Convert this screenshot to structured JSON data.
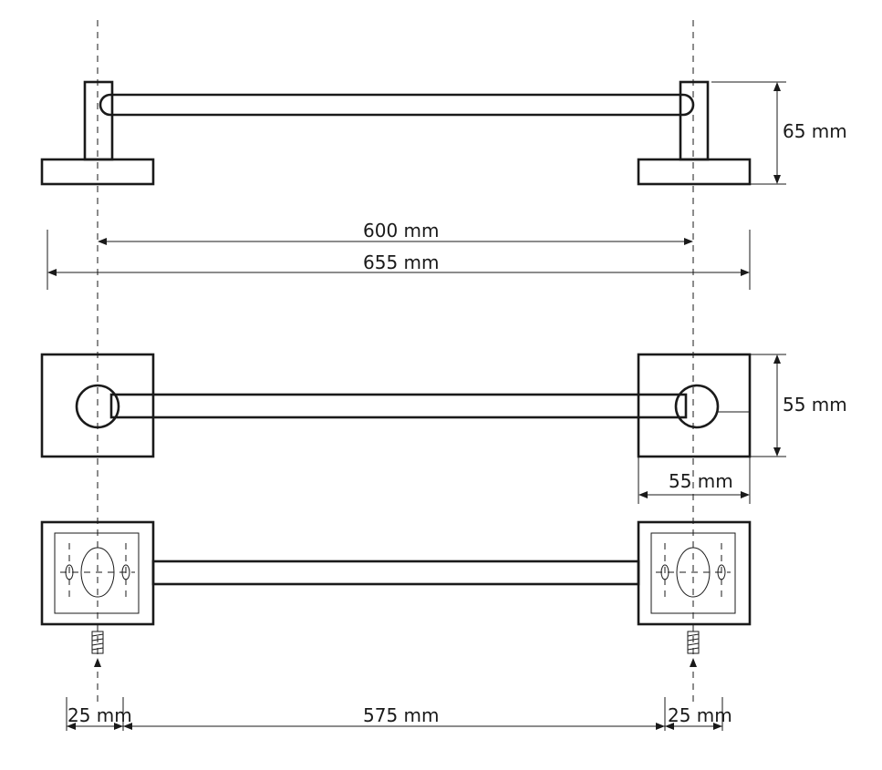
{
  "dimensions": {
    "height_top": "65 mm",
    "length_centers": "600 mm",
    "length_overall": "655 mm",
    "height_base": "55 mm",
    "width_base": "55 mm",
    "offset_left": "25 mm",
    "length_bar": "575 mm",
    "offset_right": "25 mm"
  },
  "colors": {
    "line": "#1a1a1a",
    "background": "#ffffff"
  }
}
